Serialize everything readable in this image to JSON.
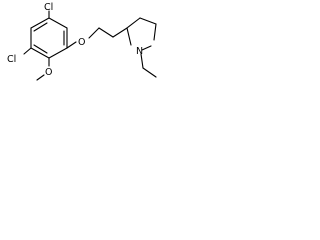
{
  "molecule": {
    "atom_labels": {
      "cl_top": "Cl",
      "cl_left": "Cl",
      "o_ether": "O",
      "o_methoxy": "O",
      "n_ring": "N"
    },
    "bond_color": "#000000",
    "text_color": "#000000",
    "background": "#ffffff"
  }
}
